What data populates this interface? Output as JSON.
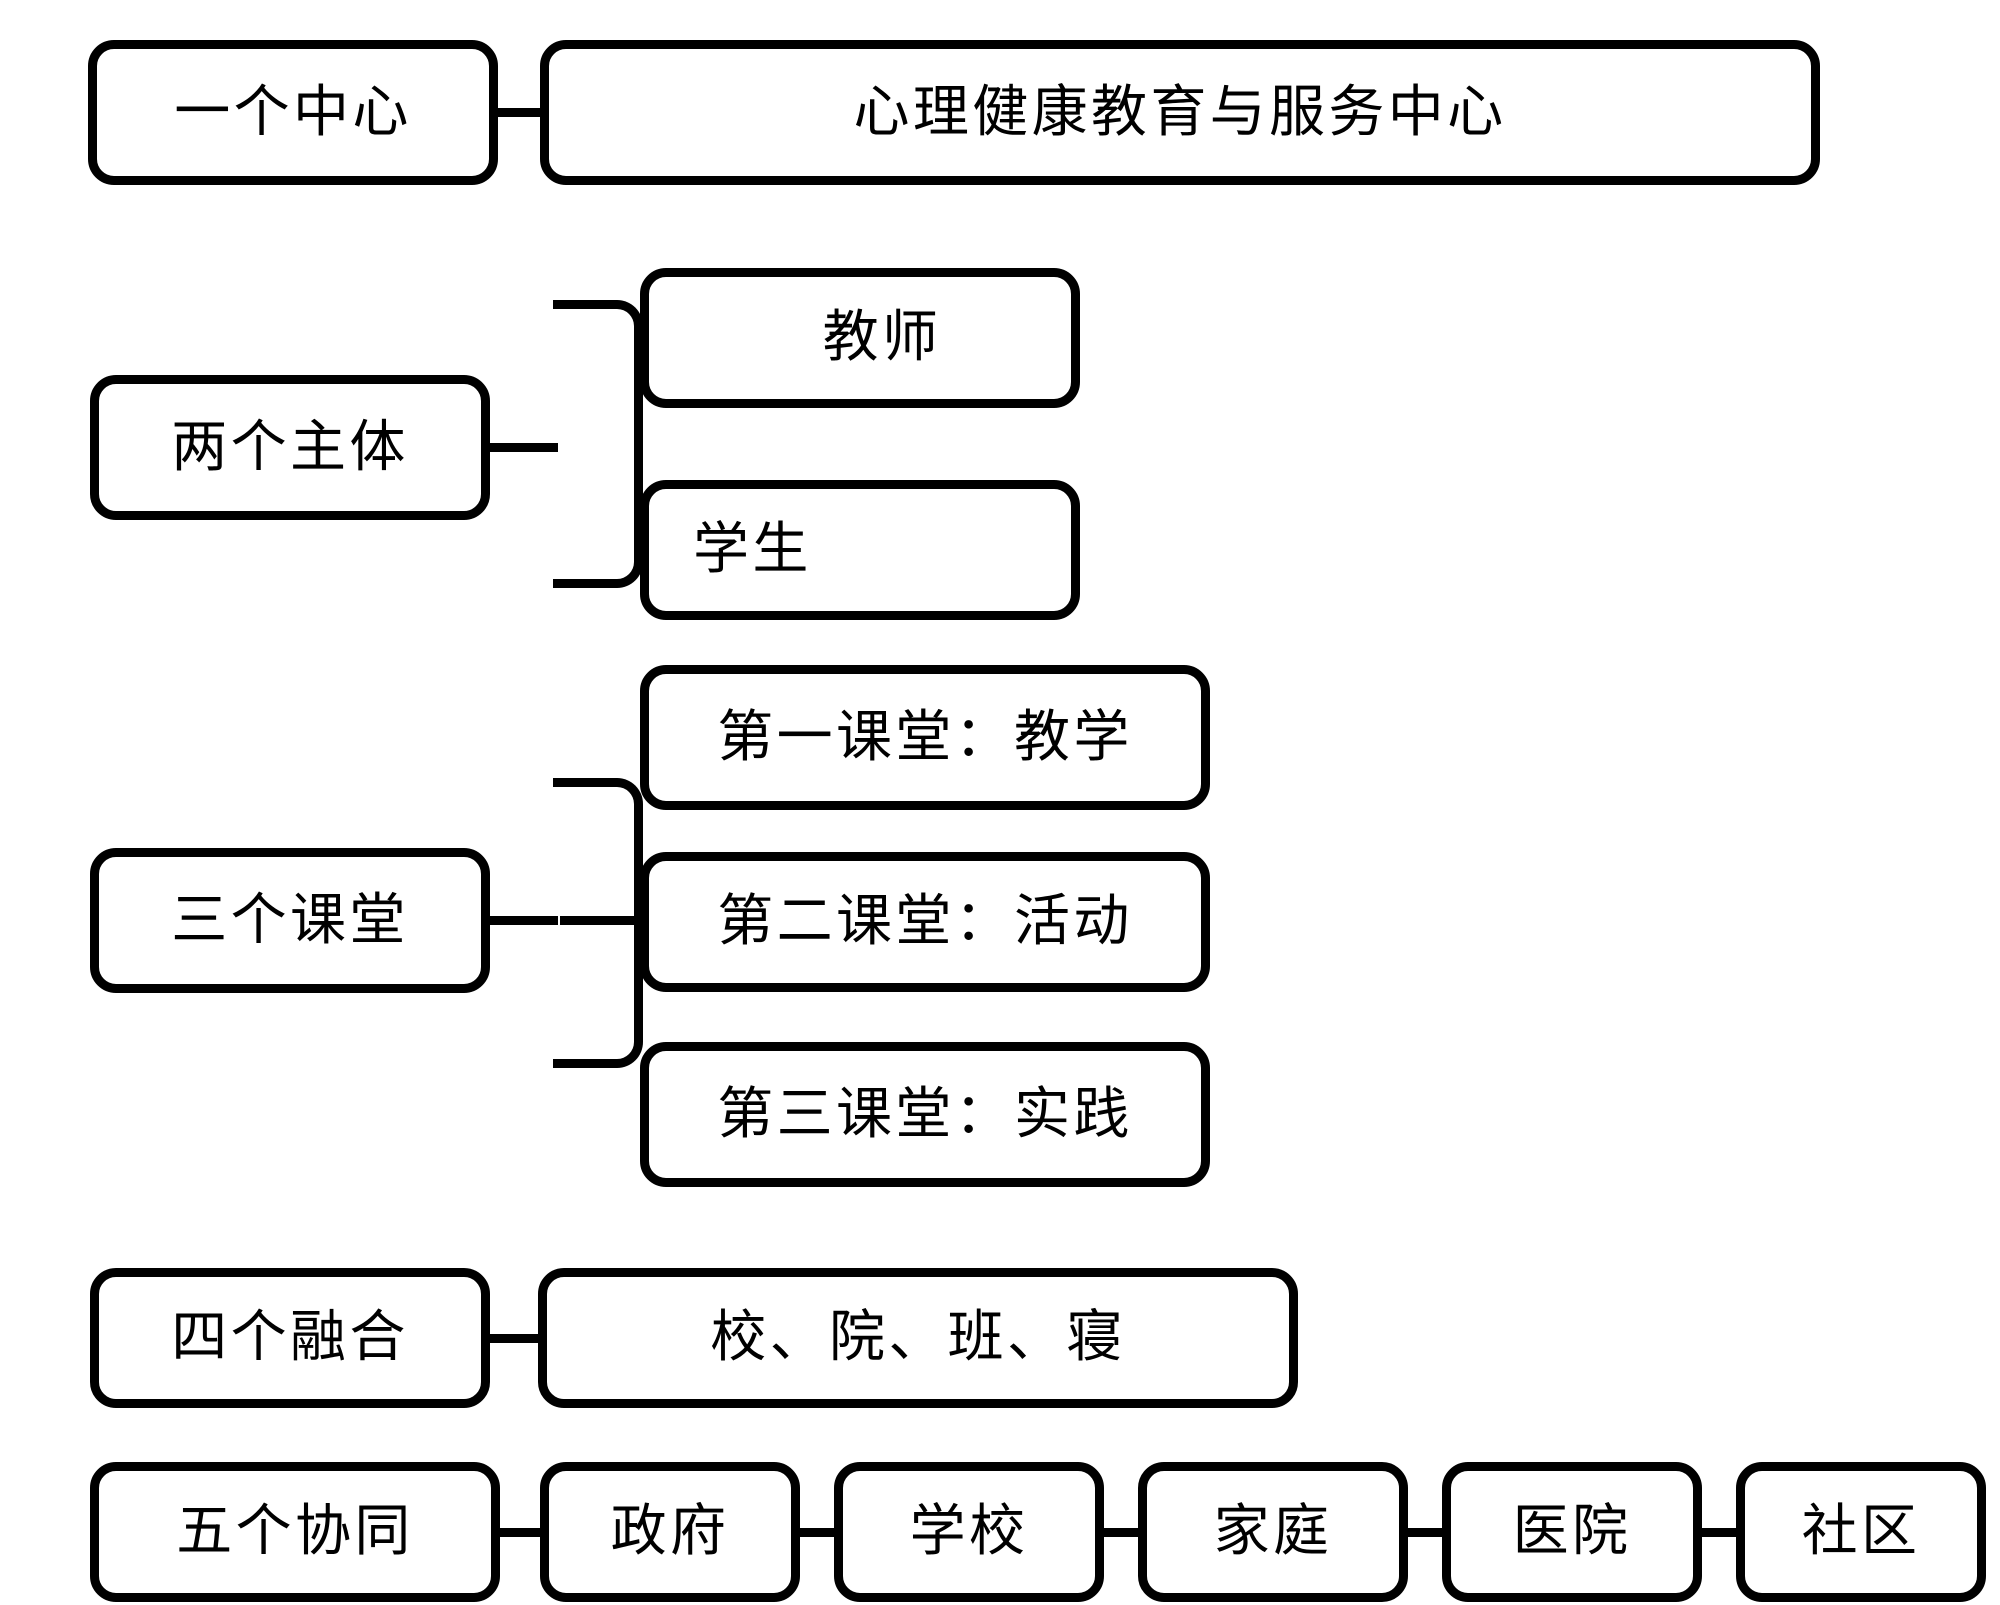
{
  "diagram": {
    "title_present": false,
    "stroke_color": "#000000",
    "background_color": "#ffffff",
    "rows": [
      {
        "id": "row-one-center",
        "label": "一个中心",
        "children": [
          "心理健康教育与服务中心"
        ]
      },
      {
        "id": "row-two-subjects",
        "label": "两个主体",
        "children": [
          "教师",
          "学生"
        ]
      },
      {
        "id": "row-three-classrooms",
        "label": "三个课堂",
        "children": [
          "第一课堂：教学",
          "第二课堂：活动",
          "第三课堂：实践"
        ]
      },
      {
        "id": "row-four-integration",
        "label": "四个融合",
        "children": [
          "校、院、班、寝"
        ]
      },
      {
        "id": "row-five-collaboration",
        "label": "五个协同",
        "children": [
          "政府",
          "学校",
          "家庭",
          "医院",
          "社区"
        ]
      }
    ]
  }
}
